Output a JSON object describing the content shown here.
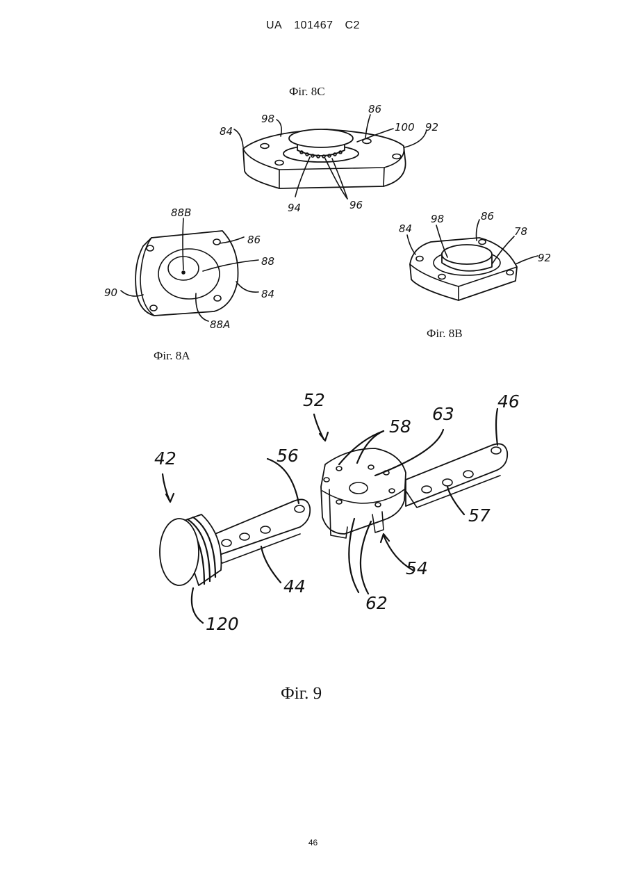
{
  "header": {
    "country": "UA",
    "number": "101467",
    "kind": "C2"
  },
  "figures": {
    "fig8c": {
      "caption": "Фiг. 8C",
      "labels": {
        "l98": "98",
        "l86": "86",
        "l84": "84",
        "l100": "100",
        "l92": "92",
        "l94": "94",
        "l96": "96"
      }
    },
    "fig8a": {
      "caption": "Фiг. 8A",
      "labels": {
        "l88b": "88B",
        "l86": "86",
        "l88": "88",
        "l90": "90",
        "l84": "84",
        "l88a": "88A"
      }
    },
    "fig8b": {
      "caption": "Фiг. 8B",
      "labels": {
        "l84": "84",
        "l98": "98",
        "l86": "86",
        "l78": "78",
        "l92": "92"
      }
    },
    "fig9": {
      "caption": "Фiг. 9",
      "labels": {
        "l52": "52",
        "l58": "58",
        "l63": "63",
        "l46": "46",
        "l42": "42",
        "l56": "56",
        "l57": "57",
        "l54": "54",
        "l44": "44",
        "l62": "62",
        "l120": "120"
      }
    }
  },
  "page_number": "46"
}
